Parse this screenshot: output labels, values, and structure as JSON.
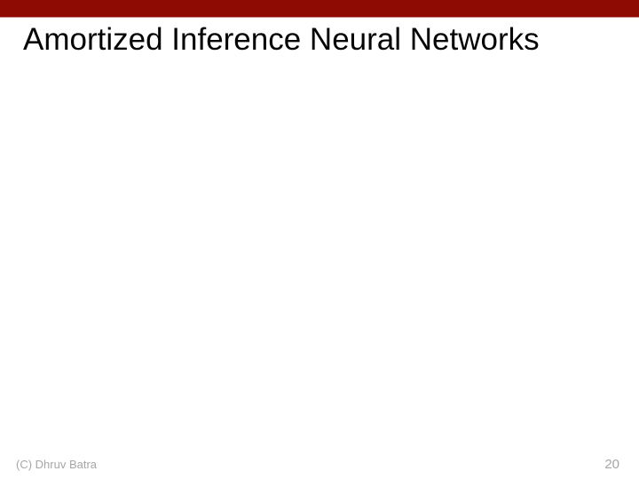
{
  "slide": {
    "title": "Amortized Inference Neural Networks",
    "footer": {
      "attribution": "(C) Dhruv Batra",
      "page_number": "20"
    },
    "colors": {
      "top_bar": "#8e0b03",
      "title_text": "#050505",
      "footer_text": "#a6a6a6",
      "background": "#ffffff"
    }
  }
}
